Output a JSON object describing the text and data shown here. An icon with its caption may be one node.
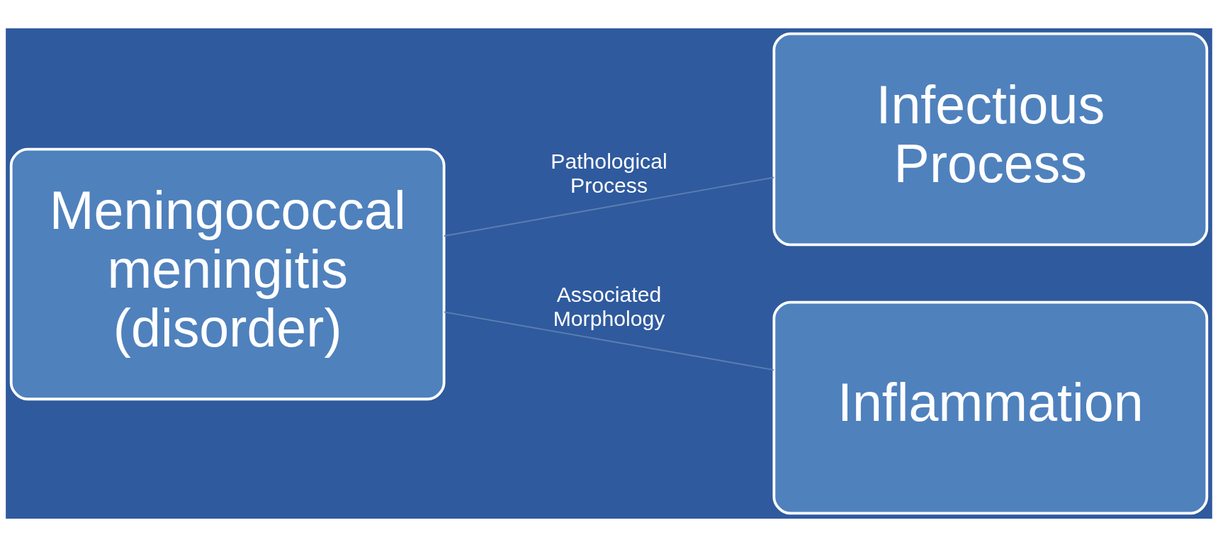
{
  "diagram": {
    "nodes": [
      {
        "text": [
          "Meningococcal meningitis (disorder)"
        ]
      },
      {
        "text": [
          "Infectious Process"
        ]
      },
      {
        "text": [
          "Inflammation"
        ]
      }
    ],
    "edges": [
      {
        "from": 0,
        "to": 1,
        "arrow": "none",
        "label": "Pathological Process"
      },
      {
        "from": 0,
        "to": 2,
        "arrow": "none",
        "label": "Associated Morphology"
      }
    ]
  }
}
